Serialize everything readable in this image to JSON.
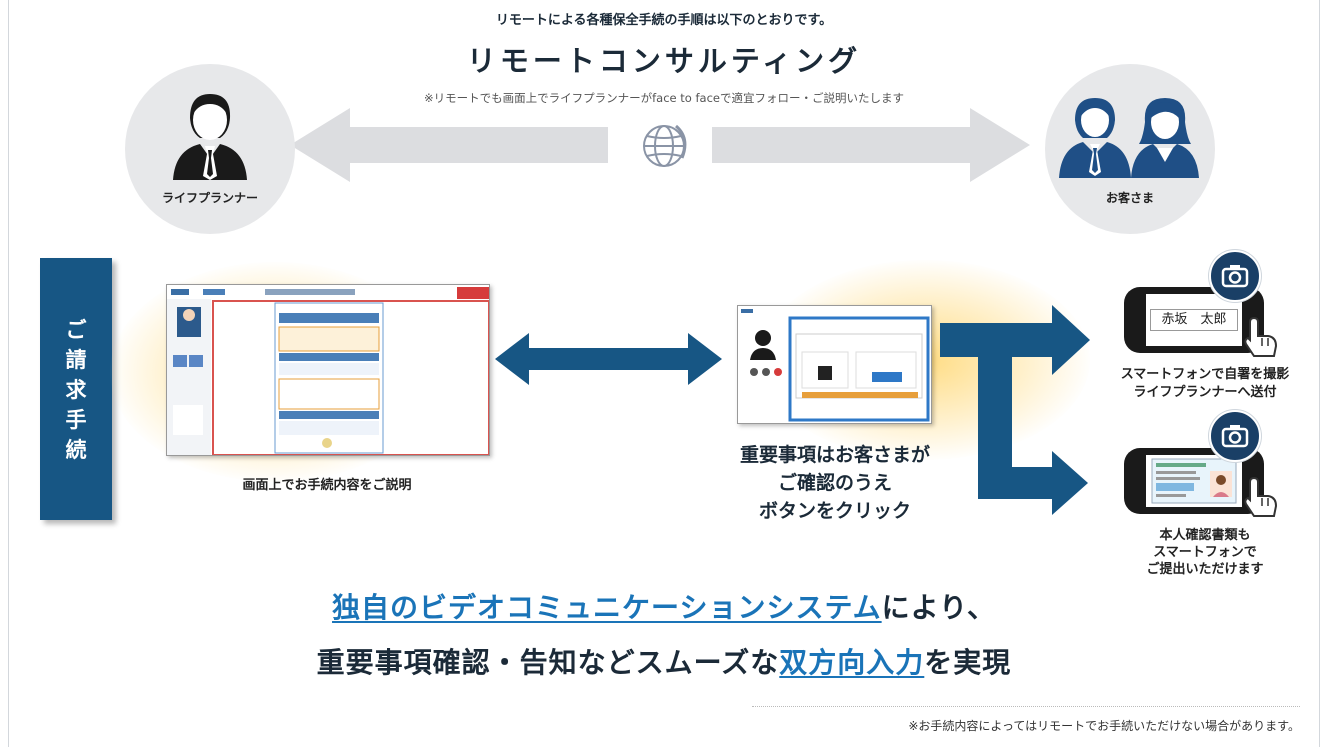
{
  "header": {
    "top_note": "リモートによる各種保全手続の手順は以下のとおりです。",
    "title": "リモートコンサルティング",
    "sub_note": "※リモートでも画面上でライフプランナーがface to faceで適宜フォロー・ご説明いたします"
  },
  "people": {
    "planner_label": "ライフプランナー",
    "customer_label": "お客さま"
  },
  "side_label": "ご請求手続",
  "left_panel": {
    "caption": "画面上でお手続内容をご説明"
  },
  "center_panel": {
    "caption_line1": "重要事項はお客さまが",
    "caption_line2": "ご確認のうえ",
    "caption_line3": "ボタンをクリック"
  },
  "right_panel": {
    "phone1_name": "赤坂　太郎",
    "caption1_line1": "スマートフォンで自署を撮影",
    "caption1_line2": "ライフプランナーへ送付",
    "caption2_line1": "本人確認書類も",
    "caption2_line2": "スマートフォンで",
    "caption2_line3": "ご提出いただけます"
  },
  "bottom": {
    "line1_highlight": "独自のビデオコミュニケーションシステム",
    "line1_rest": "により、",
    "line2_pre": "重要事項確認・告知などスムーズな",
    "line2_highlight": "双方向入力",
    "line2_post": "を実現"
  },
  "disclaimer": "※お手続内容によってはリモートでお手続いただけない場合があります。",
  "colors": {
    "navy": "#175684",
    "highlight_blue": "#1a74b8",
    "arrow_gray": "#dcdde0",
    "glow_yellow": "#ffd66e"
  },
  "icons": [
    "planner-icon",
    "customers-icon",
    "globe-icon",
    "camera-icon",
    "hand-tap-icon"
  ]
}
